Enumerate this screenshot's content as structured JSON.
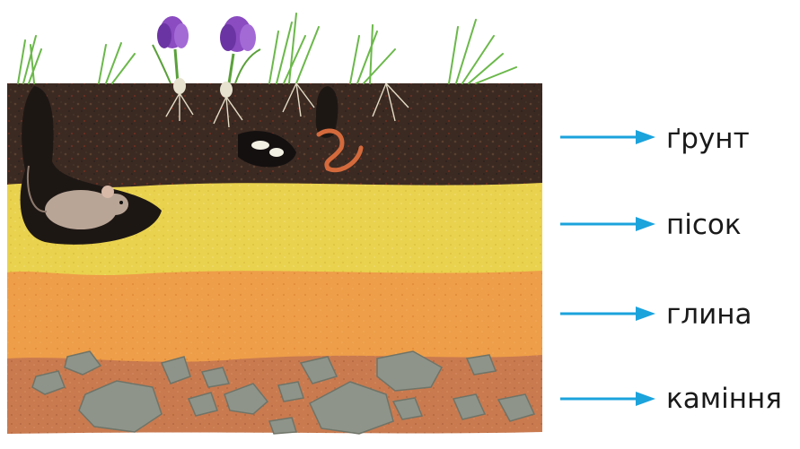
{
  "colors": {
    "arrow": "#1ba3dc",
    "label_text": "#1a1a1a",
    "soil": "#3b2a22",
    "sand": "#e9d24e",
    "clay": "#ee9e48",
    "stones_layer": "#c97a4f",
    "stone": "#8f948a"
  },
  "layers": [
    {
      "id": "soil",
      "label": "ґрунт"
    },
    {
      "id": "sand",
      "label": "пісок"
    },
    {
      "id": "clay",
      "label": "глина"
    },
    {
      "id": "stones",
      "label": "каміння"
    }
  ]
}
